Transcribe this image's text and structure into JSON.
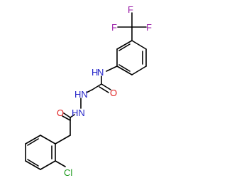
{
  "molecule": {
    "atoms": [
      {
        "id": "F1",
        "text": "F",
        "color": "#9b1fa8"
      },
      {
        "id": "F2",
        "text": "F",
        "color": "#9b1fa8"
      },
      {
        "id": "F3",
        "text": "F",
        "color": "#9b1fa8"
      },
      {
        "id": "N1",
        "text": "N",
        "color": "#2525c8"
      },
      {
        "id": "H1",
        "text": "H",
        "color": "#2525c8"
      },
      {
        "id": "O1",
        "text": "O",
        "color": "#e02020"
      },
      {
        "id": "NH2",
        "text": "HN",
        "color": "#2525c8"
      },
      {
        "id": "O2",
        "text": "O",
        "color": "#e02020"
      },
      {
        "id": "NH3",
        "text": "HN",
        "color": "#2525c8"
      },
      {
        "id": "Cl",
        "text": "Cl",
        "color": "#1a9a1a"
      }
    ]
  }
}
